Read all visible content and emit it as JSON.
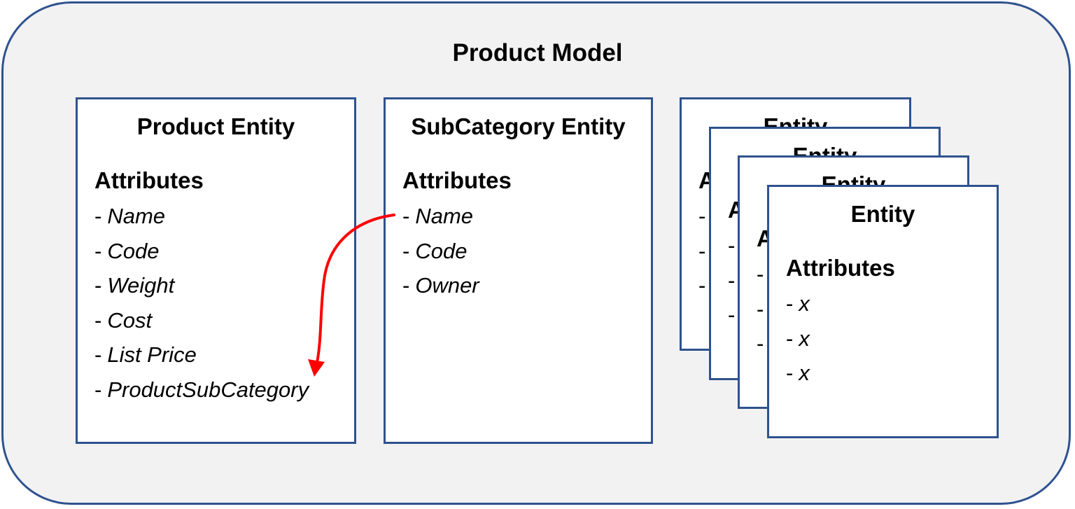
{
  "model": {
    "title": "Product Model"
  },
  "dash": "-",
  "product_entity": {
    "title": "Product Entity",
    "attributes_heading": "Attributes",
    "attributes": [
      "Name",
      "Code",
      "Weight",
      "Cost",
      "List Price",
      "ProductSubCategory"
    ]
  },
  "subcategory_entity": {
    "title": "SubCategory Entity",
    "attributes_heading": "Attributes",
    "attributes": [
      "Name",
      "Code",
      "Owner"
    ]
  },
  "generic_entity": {
    "title": "Entity",
    "attributes_heading": "Attributes",
    "attributes": [
      "x",
      "x",
      "x"
    ]
  },
  "relationship": {
    "from": "SubCategory Entity.Name",
    "to": "Product Entity.ProductSubCategory",
    "color": "#ff0000"
  },
  "colors": {
    "border": "#2f528f",
    "background": "#f2f2f2",
    "box": "#ffffff",
    "arrow": "#ff0000"
  }
}
